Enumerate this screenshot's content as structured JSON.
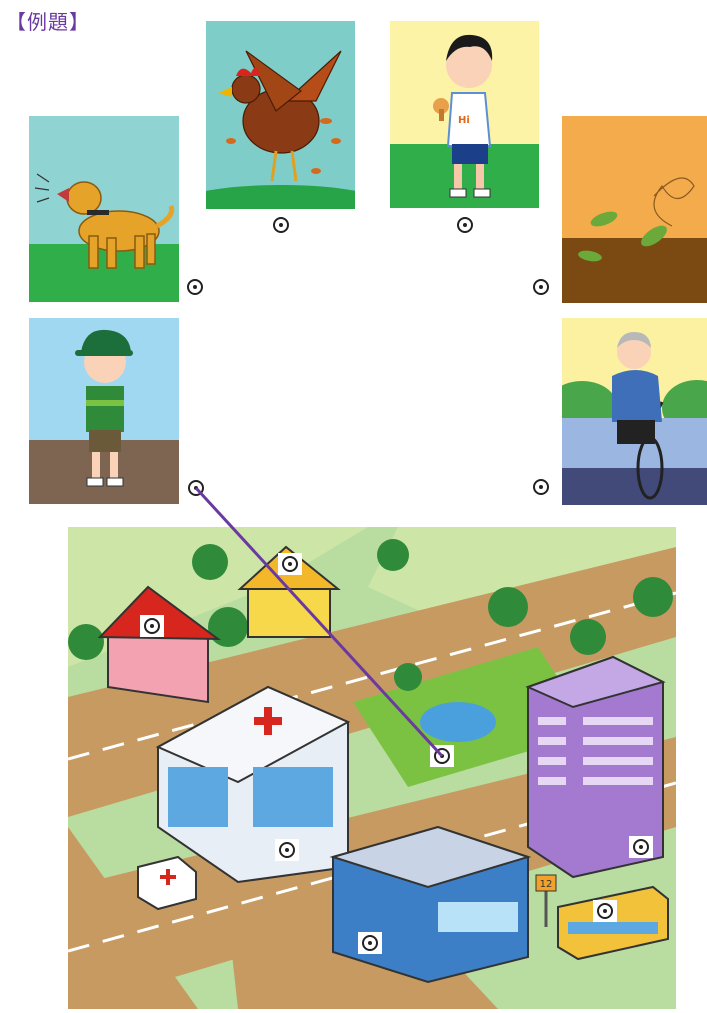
{
  "title": "【例題】",
  "cards": [
    {
      "name": "card-dog-barking",
      "icon": "barking-dog-icon"
    },
    {
      "name": "card-rooster-crowing",
      "icon": "rooster-icon"
    },
    {
      "name": "card-boy-eating",
      "icon": "boy-eating-icon"
    },
    {
      "name": "card-leaves-wind",
      "icon": "falling-leaves-icon"
    },
    {
      "name": "card-boy-cap",
      "icon": "boy-in-cap-icon"
    },
    {
      "name": "card-man-bicycle",
      "icon": "man-on-bicycle-icon"
    }
  ],
  "map": {
    "bus_stop_number": "12",
    "places": [
      "yellow-house",
      "red-house",
      "park-fountain",
      "hospital",
      "purple-building",
      "blue-building",
      "bus",
      "ambulance"
    ]
  },
  "colors": {
    "title": "#6a3aa0",
    "line": "#6a3aa0",
    "grass": "#8cc63f",
    "road": "#c79a62"
  }
}
